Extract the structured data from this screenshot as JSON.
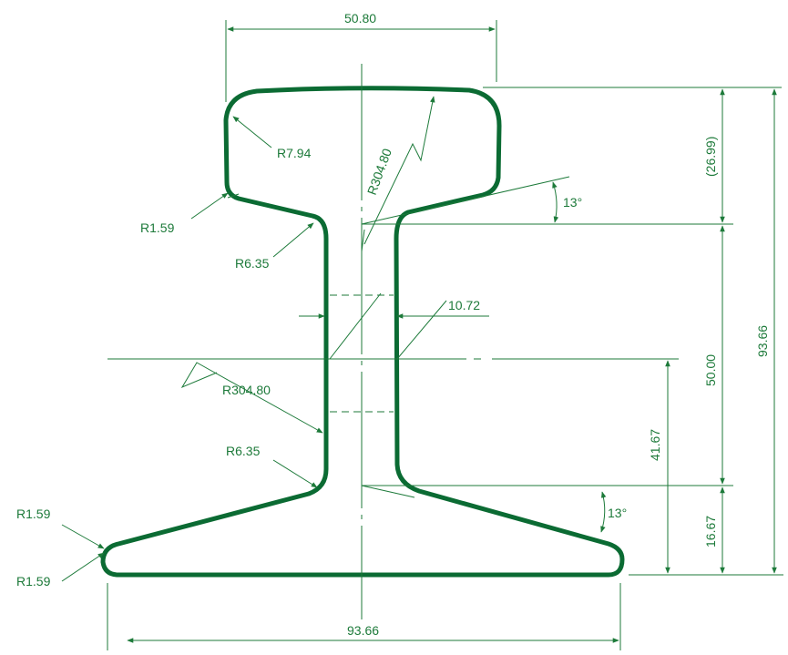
{
  "colors": {
    "outline": "#0b6b33",
    "dim": "#1d7a3a",
    "text": "#1d7a3a"
  },
  "labels": {
    "head_width": "50.80",
    "base_width": "93.66",
    "head_depth": "(26.99)",
    "web_height": "50.00",
    "total_height": "93.66",
    "base_depth": "16.67",
    "neutral_axis": "41.67",
    "web_thickness": "10.72",
    "head_corner_radius": "R7.94",
    "head_radius": "R304.80",
    "web_radius": "R304.80",
    "fillet_upper": "R6.35",
    "fillet_lower": "R6.35",
    "head_edge_radius": "R1.59",
    "base_top_radius": "R1.59",
    "base_bottom_radius": "R1.59",
    "angle_upper": "13°",
    "angle_lower": "13°"
  }
}
